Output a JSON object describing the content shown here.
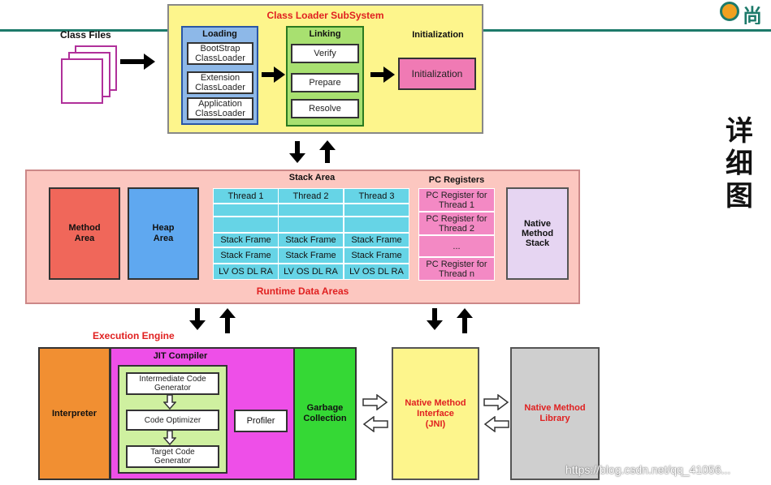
{
  "logo": {
    "text": "尚"
  },
  "side_title": [
    "详",
    "细",
    "图"
  ],
  "class_files": {
    "label": "Class Files"
  },
  "class_loader": {
    "title": "Class Loader SubSystem",
    "loading": {
      "title": "Loading",
      "items": [
        [
          "BootStrap",
          "ClassLoader"
        ],
        [
          "Extension",
          "ClassLoader"
        ],
        [
          "Application",
          "ClassLoader"
        ]
      ]
    },
    "linking": {
      "title": "Linking",
      "items": [
        "Verify",
        "Prepare",
        "Resolve"
      ]
    },
    "initialization": {
      "title": "Initialization",
      "box": "Initialization"
    }
  },
  "runtime": {
    "label": "Runtime Data Areas",
    "method_area": [
      "Method",
      "Area"
    ],
    "heap_area": [
      "Heap",
      "Area"
    ],
    "stack_area": {
      "title": "Stack Area",
      "threads": [
        "Thread 1",
        "Thread 2",
        "Thread 3"
      ],
      "frame_label": "Stack Frame",
      "locals_label": "LV OS DL RA"
    },
    "pc_registers": {
      "title": "PC Registers",
      "cells": [
        [
          "PC Register for",
          "Thread 1"
        ],
        [
          "PC Register for",
          "Thread 2"
        ],
        [
          "...",
          ""
        ],
        [
          "PC Register for",
          "Thread n"
        ]
      ]
    },
    "native_stack": [
      "Native",
      "Method",
      "Stack"
    ]
  },
  "execution": {
    "label": "Execution Engine",
    "interpreter": "Interpreter",
    "jit": {
      "title": "JIT Compiler",
      "steps": [
        [
          "Intermediate Code",
          "Generator"
        ],
        [
          "Code Optimizer",
          ""
        ],
        [
          "Target Code",
          "Generator"
        ]
      ],
      "profiler": "Profiler"
    },
    "gc": [
      "Garbage",
      "Collection"
    ]
  },
  "jni": [
    "Native Method",
    "Interface",
    "(JNI)"
  ],
  "native_lib": [
    "Native Method",
    "Library"
  ],
  "watermark": "https://blog.csdn.net/qq_41056..."
}
